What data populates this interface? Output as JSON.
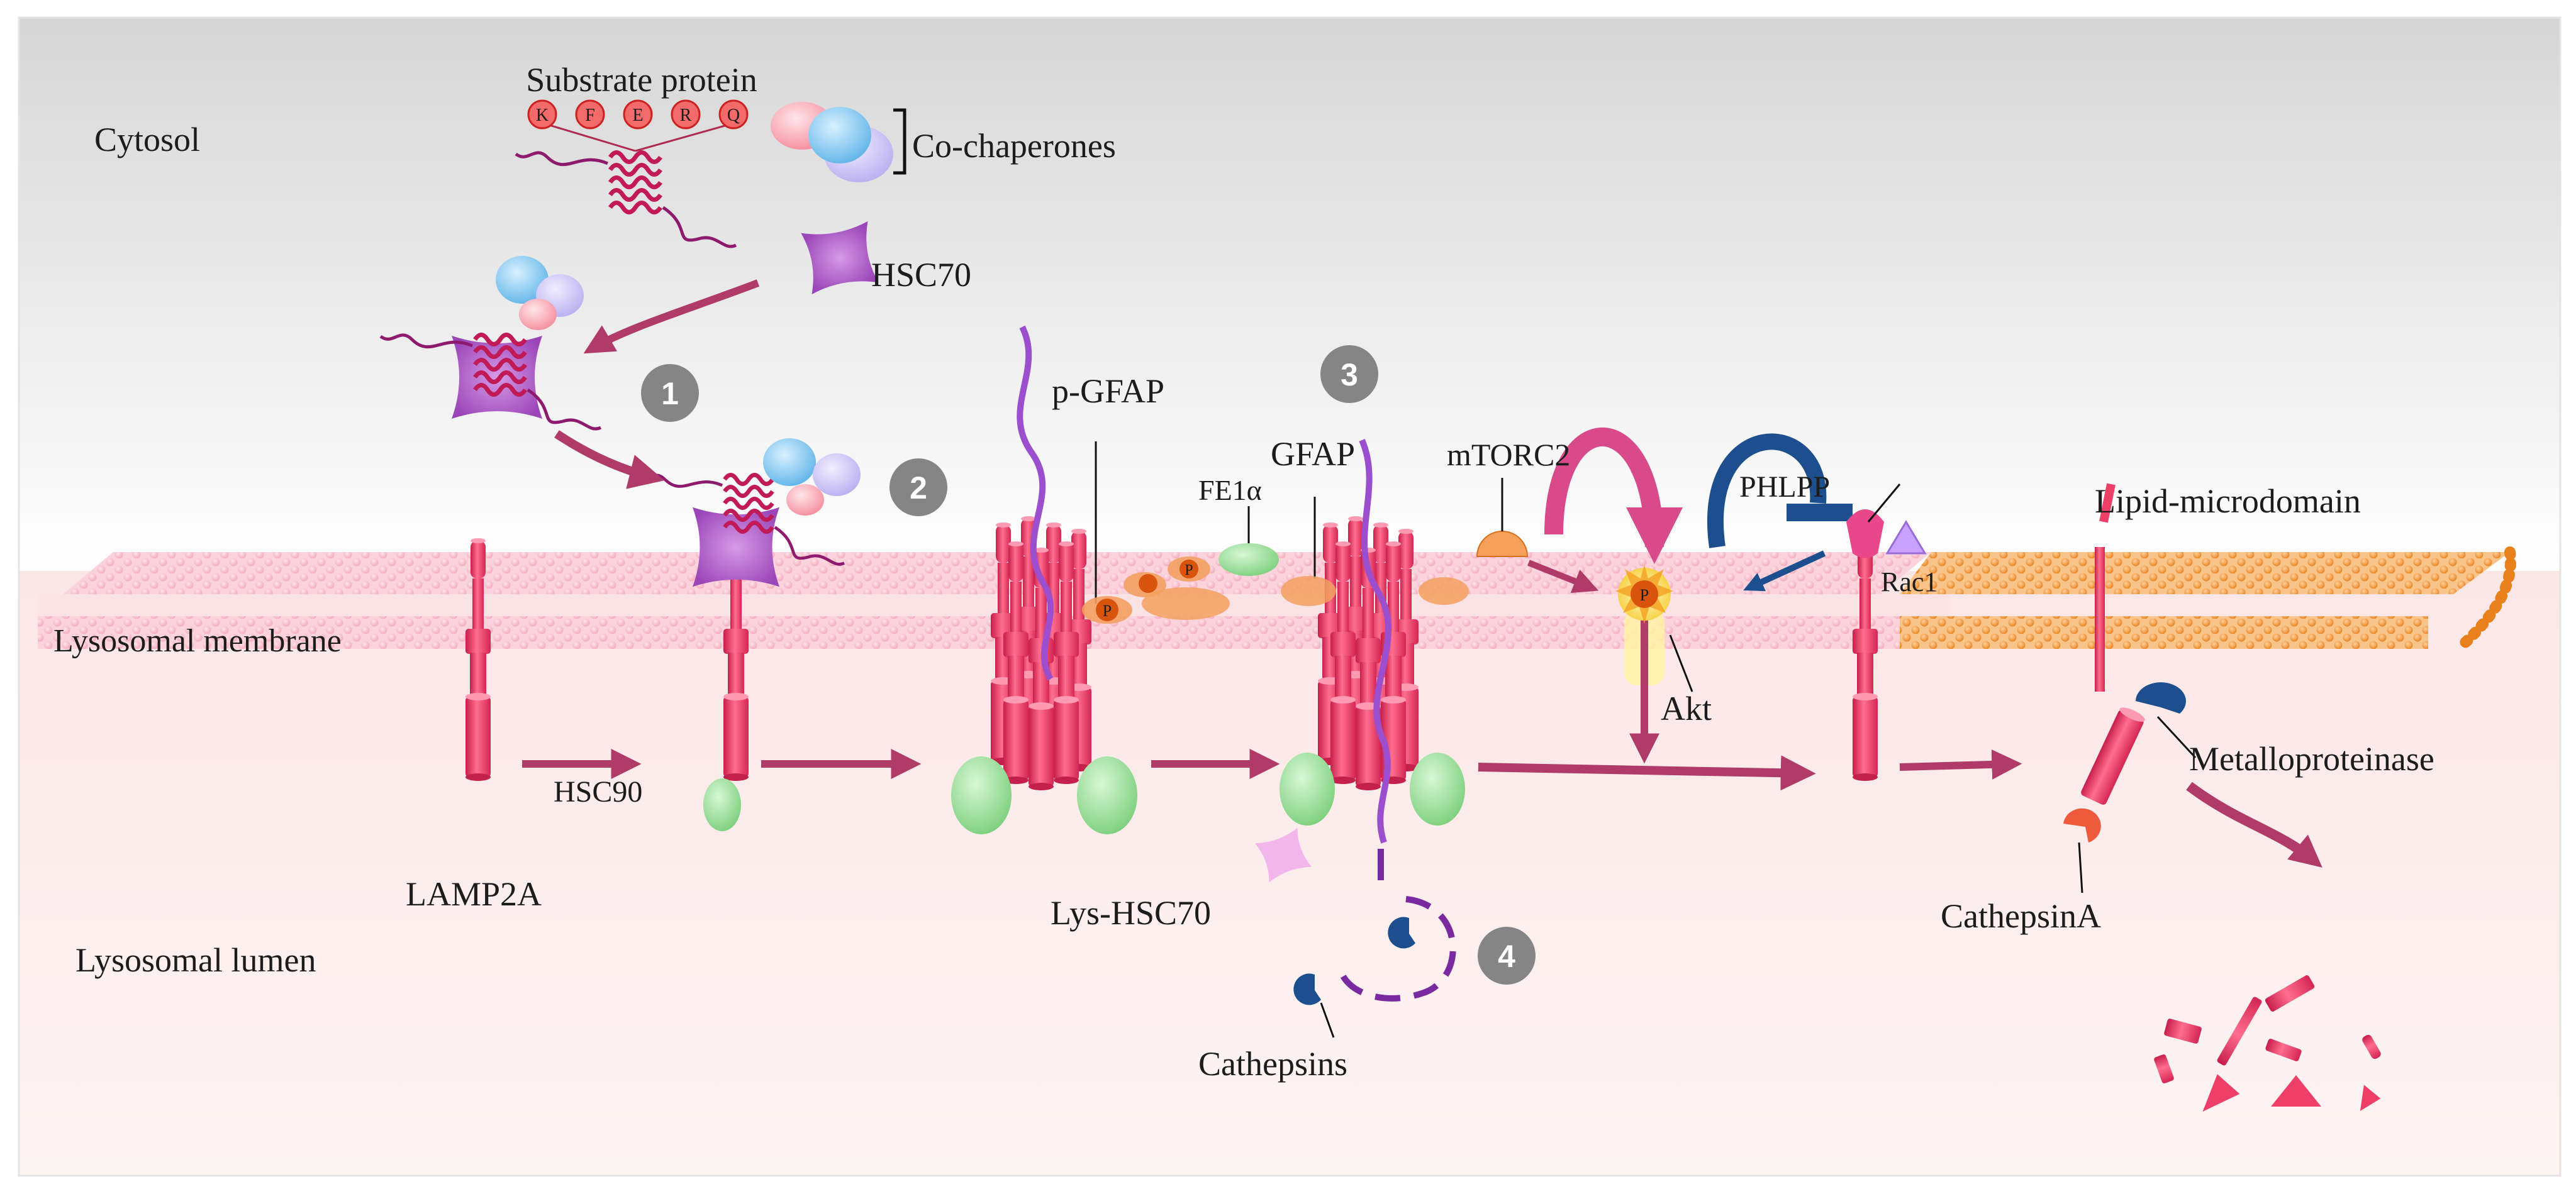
{
  "labels": {
    "cytosol": "Cytosol",
    "substrate_protein": "Substrate protein",
    "co_chaperones": "Co-chaperones",
    "hsc70": "HSC70",
    "p_gfap": "p-GFAP",
    "fe1a": "FE1α",
    "gfap": "GFAP",
    "mtorc2": "mTORC2",
    "phlpp": "PHLPP",
    "rac1": "Rac1",
    "akt": "Akt",
    "lipid_microdomain": "Lipid-microdomain",
    "lysosomal_membrane": "Lysosomal membrane",
    "hsc90": "HSC90",
    "lamp2a": "LAMP2A",
    "lysosomal_lumen": "Lysosomal lumen",
    "lys_hsc70": "Lys-HSC70",
    "cathepsins": "Cathepsins",
    "metalloproteinase": "Metalloproteinase",
    "cathepsin_a": "CathepsinA"
  },
  "motif_letters": [
    "K",
    "F",
    "E",
    "R",
    "Q"
  ],
  "phospho_letter": "P",
  "steps": [
    "1",
    "2",
    "3",
    "4"
  ],
  "colors": {
    "lamp2a": "#ee3f68",
    "hsc70": "#b262c9",
    "hsc90": "#98dd98",
    "arrow": "#b03a68",
    "cathepsin": "#1d4f8e",
    "lipid_raft": "#f3a04a",
    "step_circle": "#858585",
    "membrane": "#f6b8c6"
  }
}
